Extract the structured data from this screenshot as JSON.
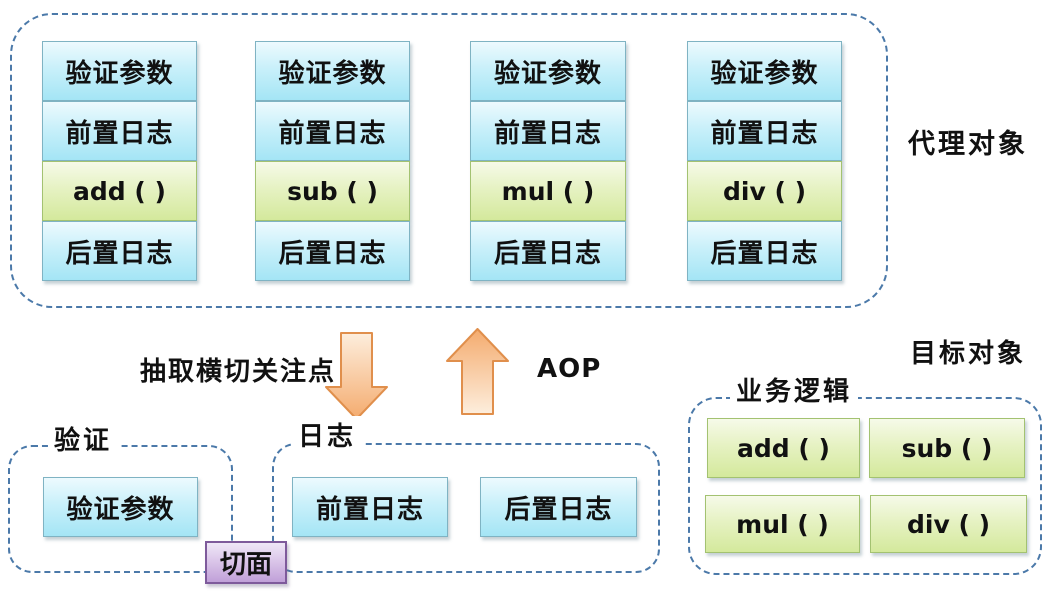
{
  "proxy": {
    "label": "代理对象",
    "columns": [
      {
        "cells": [
          "验证参数",
          "前置日志",
          "add ( )",
          "后置日志"
        ]
      },
      {
        "cells": [
          "验证参数",
          "前置日志",
          "sub ( )",
          "后置日志"
        ]
      },
      {
        "cells": [
          "验证参数",
          "前置日志",
          "mul ( )",
          "后置日志"
        ]
      },
      {
        "cells": [
          "验证参数",
          "前置日志",
          "div ( )",
          "后置日志"
        ]
      }
    ]
  },
  "flow": {
    "extract_label": "抽取横切关注点",
    "aop_label": "AOP"
  },
  "aspect": {
    "badge": "切面",
    "validation": {
      "label": "验证",
      "items": [
        "验证参数"
      ]
    },
    "log": {
      "label": "日志",
      "items": [
        "前置日志",
        "后置日志"
      ]
    }
  },
  "target": {
    "label": "目标对象",
    "business": {
      "label": "业务逻辑",
      "methods": [
        "add ( )",
        "sub ( )",
        "mul ( )",
        "div ( )"
      ]
    }
  },
  "colors": {
    "dashed_border": "#4b79a9",
    "blue_box_top": "#edfafe",
    "blue_box_bottom": "#a4e5f5",
    "blue_box_border": "#7fb3c3",
    "green_box_top": "#f6fae9",
    "green_box_bottom": "#d4e99c",
    "green_box_border": "#a3c271",
    "purple_box_top": "#efe7f7",
    "purple_box_bottom": "#c0a0d8",
    "purple_box_border": "#7e5a9b",
    "arrow_fill_light": "#fdeedd",
    "arrow_fill_dark": "#f4ab6e",
    "arrow_border": "#e08f4c"
  }
}
